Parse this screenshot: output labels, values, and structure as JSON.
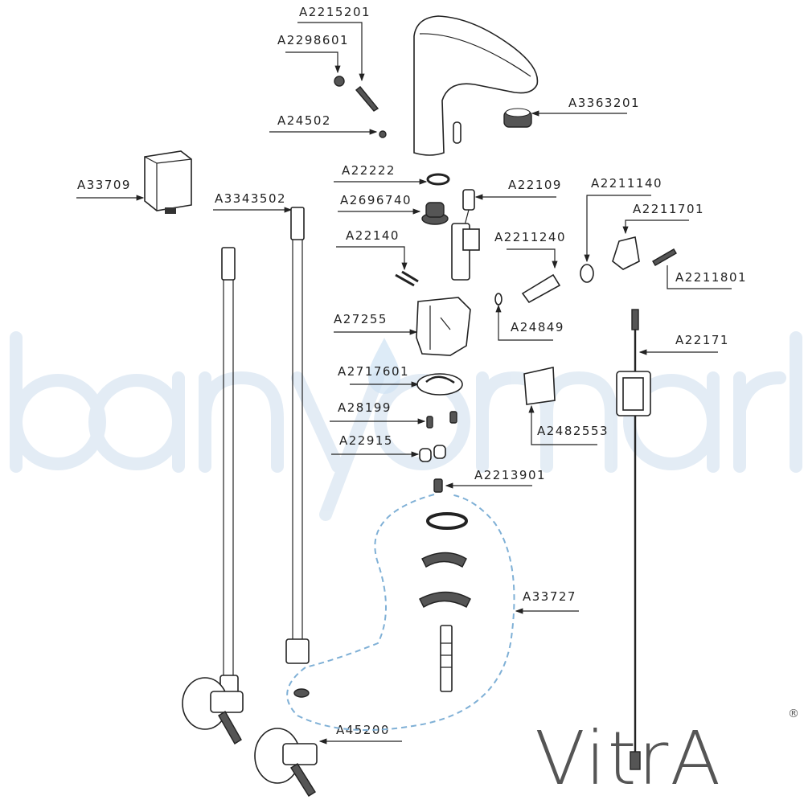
{
  "watermark": "banyomarka",
  "brand": {
    "logo": "VitrA",
    "registered": "®"
  },
  "parts": {
    "A2215201": "A2215201",
    "A2298601": "A2298601",
    "A24502": "A24502",
    "A3363201": "A3363201",
    "A33709": "A33709",
    "A22222": "A22222",
    "A22109": "A22109",
    "A2211140": "A2211140",
    "A3343502": "A3343502",
    "A2696740": "A2696740",
    "A2211701": "A2211701",
    "A22140": "A22140",
    "A2211240": "A2211240",
    "A2211801": "A2211801",
    "A27255": "A27255",
    "A24849": "A24849",
    "A22171": "A22171",
    "A2717601": "A2717601",
    "A28199": "A28199",
    "A2482553": "A2482553",
    "A22915": "A22915",
    "A2213901": "A2213901",
    "A33727": "A33727",
    "A45200": "A45200"
  },
  "colors": {
    "line": "#222222",
    "watermark": "#dde8f3",
    "dashed": "#7fb0d6",
    "logo": "#555555"
  }
}
